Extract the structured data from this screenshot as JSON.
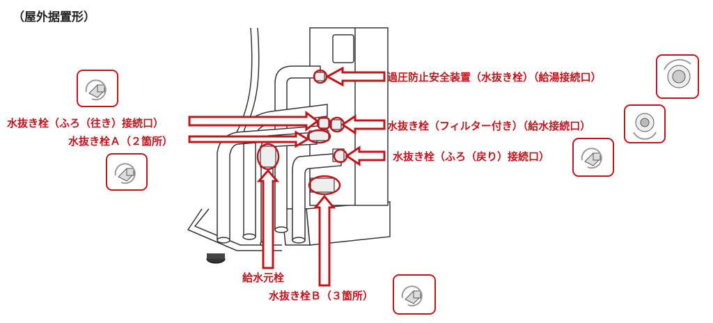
{
  "title": "（屋外据置形）",
  "labels": {
    "overpressure": "過圧防止安全装置（水抜き栓）（給湯接続口）",
    "drain_filter": "水抜き栓（フィルター付き）（給水接続口）",
    "drain_bath_return": "水抜き栓（ふろ（戻り）接続口）",
    "drain_bath_out": "水抜き栓（ふろ（往き）接続口）",
    "drain_a": "水抜き栓Ａ（２箇所）",
    "supply_valve": "給水元栓",
    "drain_b": "水抜き栓Ｂ（３箇所）"
  },
  "insets": [
    {
      "icon": "drain-plug-rotate-icon"
    },
    {
      "icon": "drain-plug-rotate-icon"
    },
    {
      "icon": "hot-water-connection-rotate-icon"
    },
    {
      "icon": "filter-plug-rotate-icon"
    },
    {
      "icon": "drain-plug-rotate-icon"
    },
    {
      "icon": "drain-plug-rotate-icon"
    }
  ],
  "colors": {
    "accent": "#c0141c",
    "line": "#333333",
    "bg": "#ffffff"
  }
}
